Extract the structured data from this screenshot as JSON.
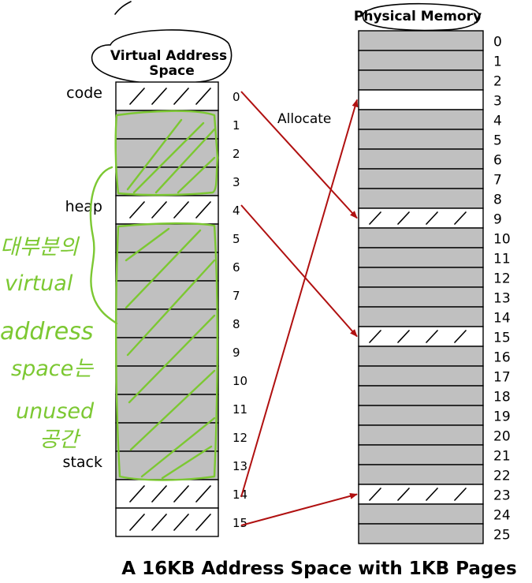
{
  "virtual": {
    "title_line1": "Virtual Address",
    "title_line2": "Space",
    "pages": [
      {
        "index": "0",
        "used": true
      },
      {
        "index": "1",
        "used": false
      },
      {
        "index": "2",
        "used": false
      },
      {
        "index": "3",
        "used": false
      },
      {
        "index": "4",
        "used": true
      },
      {
        "index": "5",
        "used": false
      },
      {
        "index": "6",
        "used": false
      },
      {
        "index": "7",
        "used": false
      },
      {
        "index": "8",
        "used": false
      },
      {
        "index": "9",
        "used": false
      },
      {
        "index": "10",
        "used": false
      },
      {
        "index": "11",
        "used": false
      },
      {
        "index": "12",
        "used": false
      },
      {
        "index": "13",
        "used": false
      },
      {
        "index": "14",
        "used": true
      },
      {
        "index": "15",
        "used": true
      }
    ],
    "labels": [
      {
        "text": "code",
        "page": 0
      },
      {
        "text": "heap",
        "page": 4
      },
      {
        "text": "stack",
        "page": 13
      }
    ]
  },
  "physical": {
    "title": "Physical Memory",
    "frames": [
      "0",
      "1",
      "2",
      "3",
      "4",
      "5",
      "6",
      "7",
      "8",
      "9",
      "10",
      "11",
      "12",
      "13",
      "14",
      "15",
      "16",
      "17",
      "18",
      "19",
      "20",
      "21",
      "22",
      "23",
      "24",
      "25"
    ],
    "free_frames": [
      3,
      9,
      15,
      23
    ]
  },
  "mappings": [
    {
      "from": 0,
      "to": 9
    },
    {
      "from": 4,
      "to": 15
    },
    {
      "from": 14,
      "to": 3
    },
    {
      "from": 15,
      "to": 23
    }
  ],
  "annotations": {
    "allocate": "Allocate",
    "handwritten": [
      "대부분의",
      "virtual",
      "address",
      "space는",
      "unused",
      "공간"
    ]
  },
  "caption": "A 16KB Address Space with 1KB Pages",
  "colors": {
    "used": "#ffffff",
    "unused": "#c0c0c0",
    "arrow": "#b01010",
    "highlight": "#7cc832"
  }
}
